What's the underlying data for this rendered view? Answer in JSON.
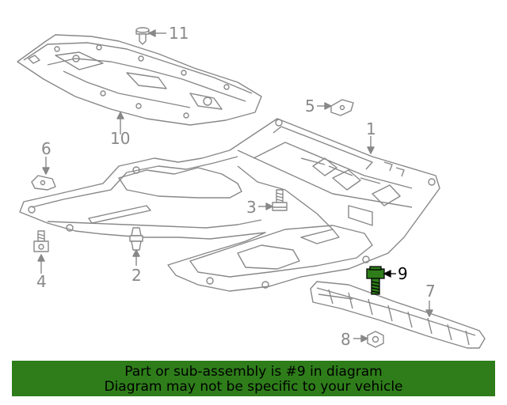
{
  "callouts": {
    "c1": "1",
    "c2": "2",
    "c3": "3",
    "c4": "4",
    "c5": "5",
    "c6": "6",
    "c7": "7",
    "c8": "8",
    "c9": "9",
    "c10": "10",
    "c11": "11"
  },
  "highlight_part": "9",
  "colors": {
    "line": "#888888",
    "highlight": "#2e7d1a",
    "banner_bg": "#2e7d1a"
  },
  "banner": {
    "line1": "Part or sub-assembly is #9 in diagram",
    "line2": "Diagram may not be specific to your vehicle"
  }
}
